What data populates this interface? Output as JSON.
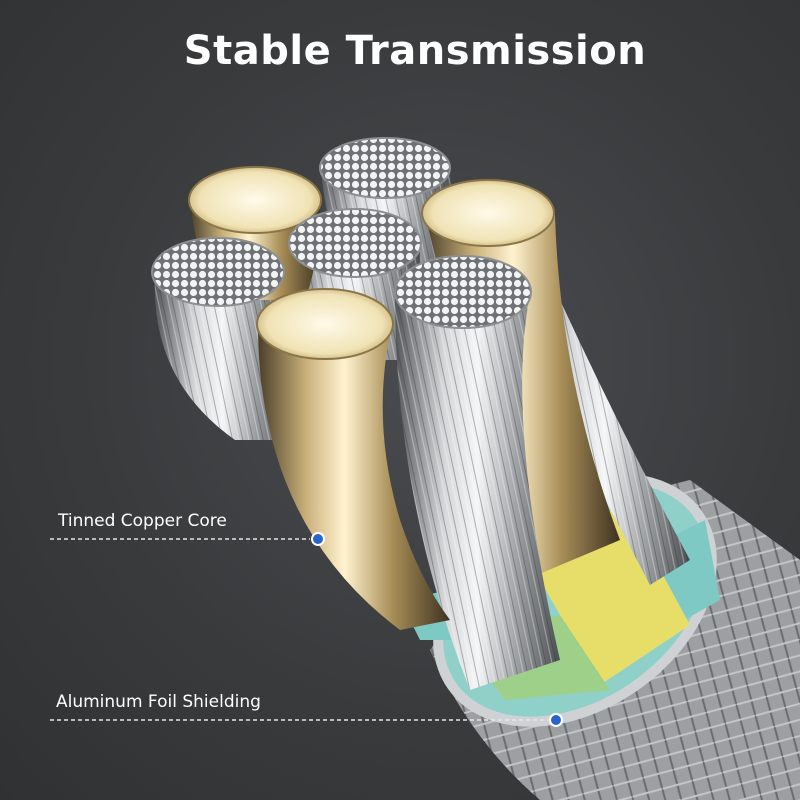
{
  "title": "Stable Transmission",
  "callouts": [
    {
      "label": "Tinned Copper Core"
    },
    {
      "label": "Aluminum Foil Shielding"
    }
  ],
  "colors": {
    "background": "#3a3c3e",
    "gold": "#c9b07a",
    "silver": "#c9cbcd",
    "yellow_insulation": "#e7de6a",
    "green_insulation": "#9fd08a",
    "teal_insulation": "#7fc9c4",
    "marker_dot": "#2a63c9"
  }
}
